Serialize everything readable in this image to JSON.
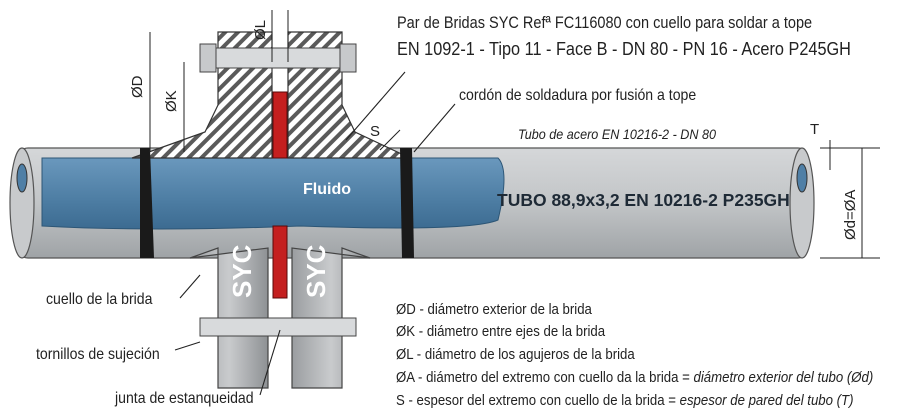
{
  "title_line1": "Par de Bridas SYC Refª FC116080 con cuello para soldar a tope",
  "title_line2": "EN 1092-1 - Tipo 11 - Face B - DN 80 - PN 16 - Acero P245GH",
  "weld_label": "cordón de soldadura por fusión a tope",
  "tube_spec": "Tubo de acero EN 10216-2 - DN 80",
  "pipe_label": "TUBO 88,9x3,2 EN 10216-2 P235GH",
  "fluid_label": "Fluido",
  "brand_left": "SYC",
  "brand_right": "SYC",
  "neck_label": "cuello de la brida",
  "bolts_label": "tornillos de sujeción",
  "gasket_label": "junta de estanqueidad",
  "dims": {
    "D": "ØD",
    "K": "ØK",
    "L": "ØL",
    "S": "S",
    "T": "T",
    "dA": "Ød=ØA"
  },
  "legend": [
    {
      "sym": "ØD",
      "text": " - diámetro exterior de la brida",
      "em": ""
    },
    {
      "sym": "ØK",
      "text": " - diámetro entre ejes de la brida",
      "em": ""
    },
    {
      "sym": "ØL",
      "text": " - diámetro de los agujeros de la brida",
      "em": ""
    },
    {
      "sym": "ØA",
      "text": " - diámetro del extremo con cuello da la brida = ",
      "em": "diámetro exterior del tubo (Ød)"
    },
    {
      "sym": "S",
      "text": " - espesor del extremo con cuello de la brida = ",
      "em": "espesor de pared del tubo (T)"
    }
  ],
  "colors": {
    "pipe": "#c4c7c9",
    "fluid": "#4f7fa6",
    "gasket": "#c41f1f",
    "hatch": "#555555",
    "weld": "#1a1a1a"
  }
}
